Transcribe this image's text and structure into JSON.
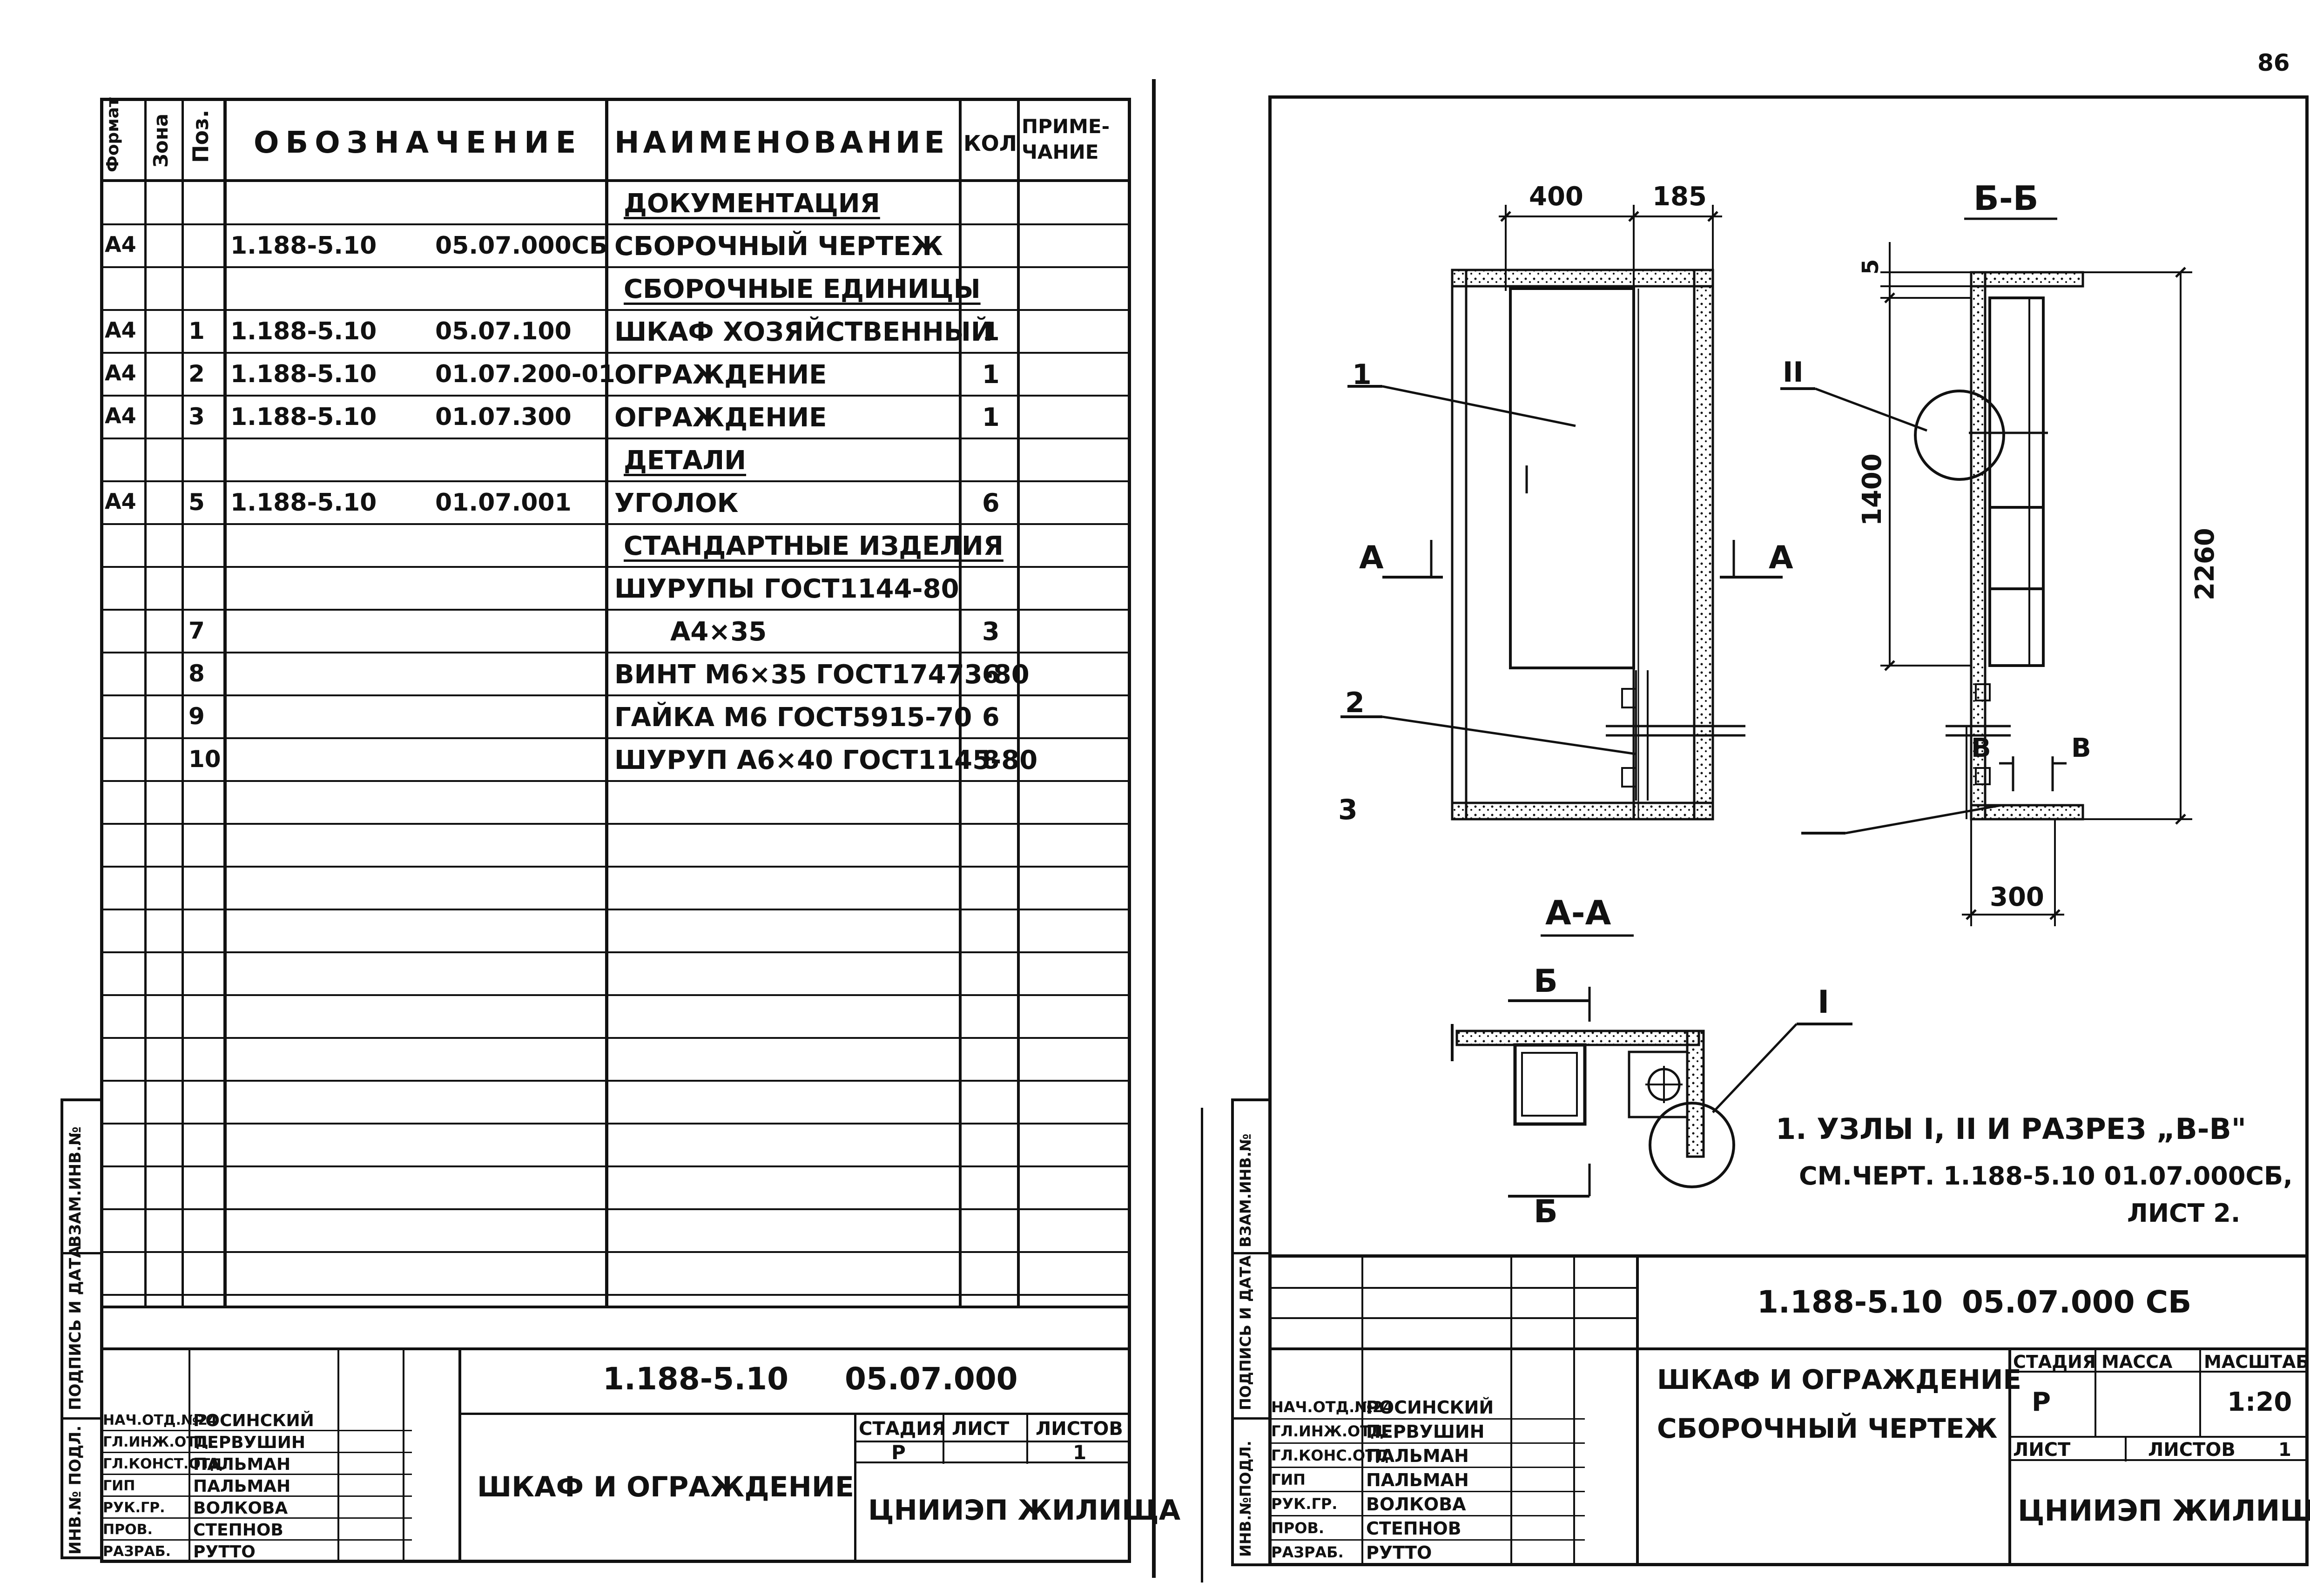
{
  "page_number": "86",
  "spec": {
    "headers": {
      "format": "Формат",
      "zone": "Зона",
      "pos": "Поз.",
      "designation": "Обозначение",
      "name": "Наименование",
      "qty": "Кол",
      "note": "Приме-\nчание"
    },
    "rows": [
      {
        "format": "",
        "pos": "",
        "doc": "",
        "code": "",
        "name": "Документация",
        "qty": "",
        "section": true
      },
      {
        "format": "А4",
        "pos": "",
        "doc": "1.188-5.10",
        "code": "05.07.000СБ",
        "name": "Сборочный чертеж",
        "qty": ""
      },
      {
        "format": "",
        "pos": "",
        "doc": "",
        "code": "",
        "name": "Сборочные единицы",
        "qty": "",
        "section": true
      },
      {
        "format": "А4",
        "pos": "1",
        "doc": "1.188-5.10",
        "code": "05.07.100",
        "name": "Шкаф хозяйственный",
        "qty": "1"
      },
      {
        "format": "А4",
        "pos": "2",
        "doc": "1.188-5.10",
        "code": "01.07.200-01",
        "name": "Ограждение",
        "qty": "1"
      },
      {
        "format": "А4",
        "pos": "3",
        "doc": "1.188-5.10",
        "code": "01.07.300",
        "name": "Ограждение",
        "qty": "1"
      },
      {
        "format": "",
        "pos": "",
        "doc": "",
        "code": "",
        "name": "Детали",
        "qty": "",
        "section": true
      },
      {
        "format": "А4",
        "pos": "5",
        "doc": "1.188-5.10",
        "code": "01.07.001",
        "name": "Уголок",
        "qty": "6"
      },
      {
        "format": "",
        "pos": "",
        "doc": "",
        "code": "",
        "name": "Стандартные изделия",
        "qty": "",
        "section": true
      },
      {
        "format": "",
        "pos": "",
        "doc": "",
        "code": "",
        "name": "Шурупы ГОСТ1144-80",
        "qty": ""
      },
      {
        "format": "",
        "pos": "7",
        "doc": "",
        "code": "",
        "name": "А4×35",
        "qty": "3"
      },
      {
        "format": "",
        "pos": "8",
        "doc": "",
        "code": "",
        "name": "Винт М6×35 ГОСТ17473-80",
        "qty": "6"
      },
      {
        "format": "",
        "pos": "9",
        "doc": "",
        "code": "",
        "name": "Гайка М6 ГОСТ5915-70",
        "qty": "6"
      },
      {
        "format": "",
        "pos": "10",
        "doc": "",
        "code": "",
        "name": "Шуруп А6×40 ГОСТ1145-80",
        "qty": "8"
      }
    ]
  },
  "side_stamp": {
    "inv_podl": "Инв.№ подл.",
    "podpis_data": "Подпись и дата",
    "vzam_inv": "Взам.инв.№"
  },
  "side_stamp_right": {
    "inv_podl": "Инв.№подл.",
    "podpis_data": "Подпись и дата",
    "vzam_inv": "Взам.инв.№"
  },
  "left_title_block": {
    "roles": [
      "Нач.отд.№24",
      "Гл.инж.отд.",
      "Гл.конст.отд.",
      "ГИП",
      "Рук.гр.",
      "Пров.",
      "Разраб."
    ],
    "names": [
      "Росинский",
      "Первушин",
      "Пальман",
      "Пальман",
      "Волкова",
      "Степнов",
      "Рутто"
    ],
    "doc_number": "1.188-5.10",
    "doc_code": "05.07.000",
    "title": "Шкаф и ограждение",
    "stage_label": "Стадия",
    "sheet_label": "Лист",
    "sheets_label": "Листов",
    "stage": "Р",
    "sheets": "1",
    "org": "ЦНИИЭП жилища"
  },
  "right_title_block": {
    "roles": [
      "Нач.отд.№24",
      "Гл.инж.отд.",
      "Гл.конс.отд.",
      "ГИП",
      "Рук.гр.",
      "Пров.",
      "Разраб."
    ],
    "names": [
      "Росинский",
      "Первушин",
      "Пальман",
      "Пальман",
      "Волкова",
      "Степнов",
      "Рутто"
    ],
    "doc_number": "1.188-5.10",
    "doc_code": "05.07.000 СБ",
    "title_1": "Шкаф и ограждение",
    "title_2": "Сборочный чертеж",
    "stage_label": "Стадия",
    "mass_label": "Масса",
    "scale_label": "Масштаб",
    "stage": "Р",
    "scale": "1:20",
    "sheet_label": "Лист",
    "sheets_label": "Листов",
    "sheets": "1",
    "org": "ЦНИИЭП жилища"
  },
  "drawing": {
    "dim_400": "400",
    "dim_185": "185",
    "dim_5": "5",
    "dim_1400": "1400",
    "dim_2260": "2260",
    "dim_300": "300",
    "section_bb": "Б-Б",
    "section_aa": "А-А",
    "mark_a": "А",
    "mark_b": "Б",
    "mark_v": "В",
    "node_1": "I",
    "node_2": "II",
    "pos_1": "1",
    "pos_2": "2",
    "pos_3": "3",
    "note_line1": "1. Узлы I, II и разрез „В-В\"",
    "note_line2": "см.черт. 1.188-5.10 01.07.000СБ,",
    "note_line3": "лист 2."
  }
}
